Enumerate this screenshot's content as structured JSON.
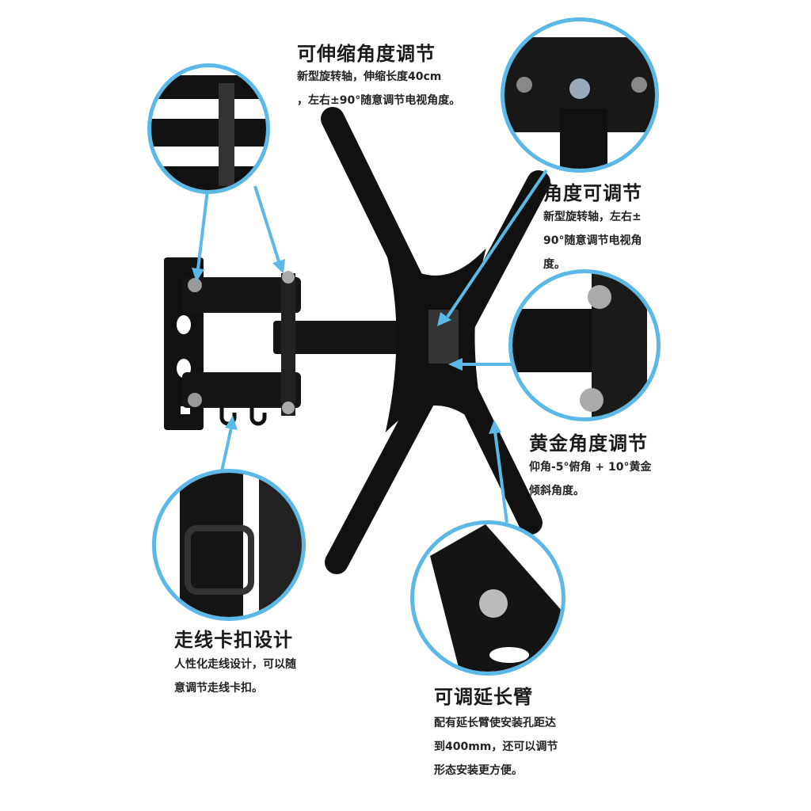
{
  "features": [
    {
      "title": "可伸缩角度调节",
      "lines": [
        "新型旋转轴，伸缩长度40cm",
        "，左右±90°随意调节电视角度。"
      ]
    },
    {
      "title": "角度可调节",
      "lines": [
        "新型旋转轴，左右±",
        "90°随意调节电视角",
        "度。"
      ]
    },
    {
      "title": "黄金角度调节",
      "lines": [
        "仰角-5°俯角 + 10°黄金",
        "倾斜角度。"
      ]
    },
    {
      "title": "走线卡扣设计",
      "lines": [
        "人性化走线设计，可以随",
        "意调节走线卡扣。"
      ]
    },
    {
      "title": "可调延长臂",
      "lines": [
        "配有延长臂使安装孔距达",
        "到400mm，还可以调节",
        "形态安装更方便。"
      ]
    }
  ],
  "colors": {
    "accent": "#5cb8e6",
    "product": "#111111"
  }
}
